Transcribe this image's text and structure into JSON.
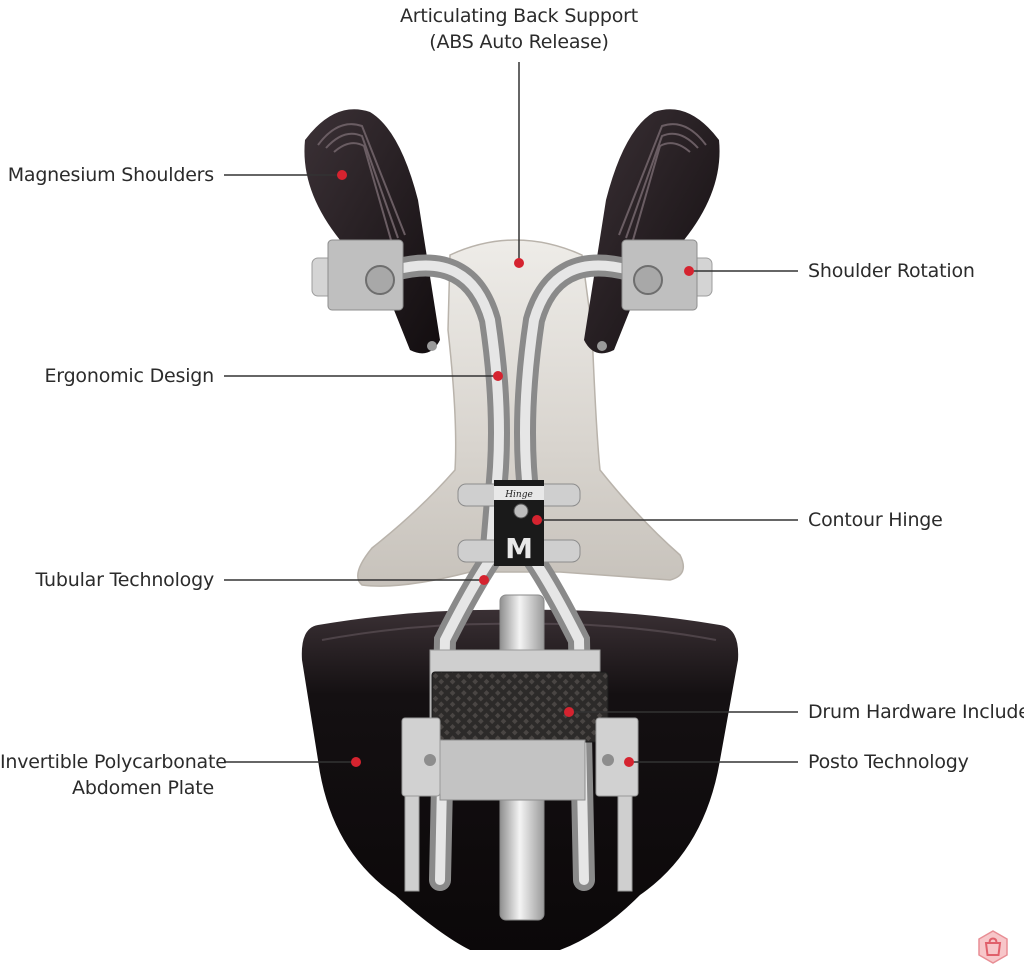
{
  "colors": {
    "marker": "#d5232f",
    "leader": "#333333",
    "frame_dark": "#1c1416",
    "aluminum": "#c9c9c9",
    "plate_silver": "#ddd9d4"
  },
  "callouts": [
    {
      "id": "back-support",
      "lines": [
        "Articulating Back Support",
        "(ABS Auto Release)"
      ]
    },
    {
      "id": "magnesium-shoulders",
      "lines": [
        "Magnesium Shoulders"
      ]
    },
    {
      "id": "shoulder-rotation",
      "lines": [
        "Shoulder Rotation"
      ]
    },
    {
      "id": "ergonomic-design",
      "lines": [
        "Ergonomic Design"
      ]
    },
    {
      "id": "contour-hinge",
      "lines": [
        "Contour Hinge"
      ]
    },
    {
      "id": "tubular-technology",
      "lines": [
        "Tubular Technology"
      ]
    },
    {
      "id": "drum-hardware",
      "lines": [
        "Drum Hardware Included"
      ]
    },
    {
      "id": "posto-technology",
      "lines": [
        "Posto Technology"
      ]
    },
    {
      "id": "abdomen-plate",
      "lines": [
        "Invertible Polycarbonate",
        "Abdomen Plate"
      ]
    }
  ],
  "product": {
    "hinge_letter": "M",
    "hinge_badge": "Hinge"
  },
  "watermark_icon": "shopping-bag-icon"
}
